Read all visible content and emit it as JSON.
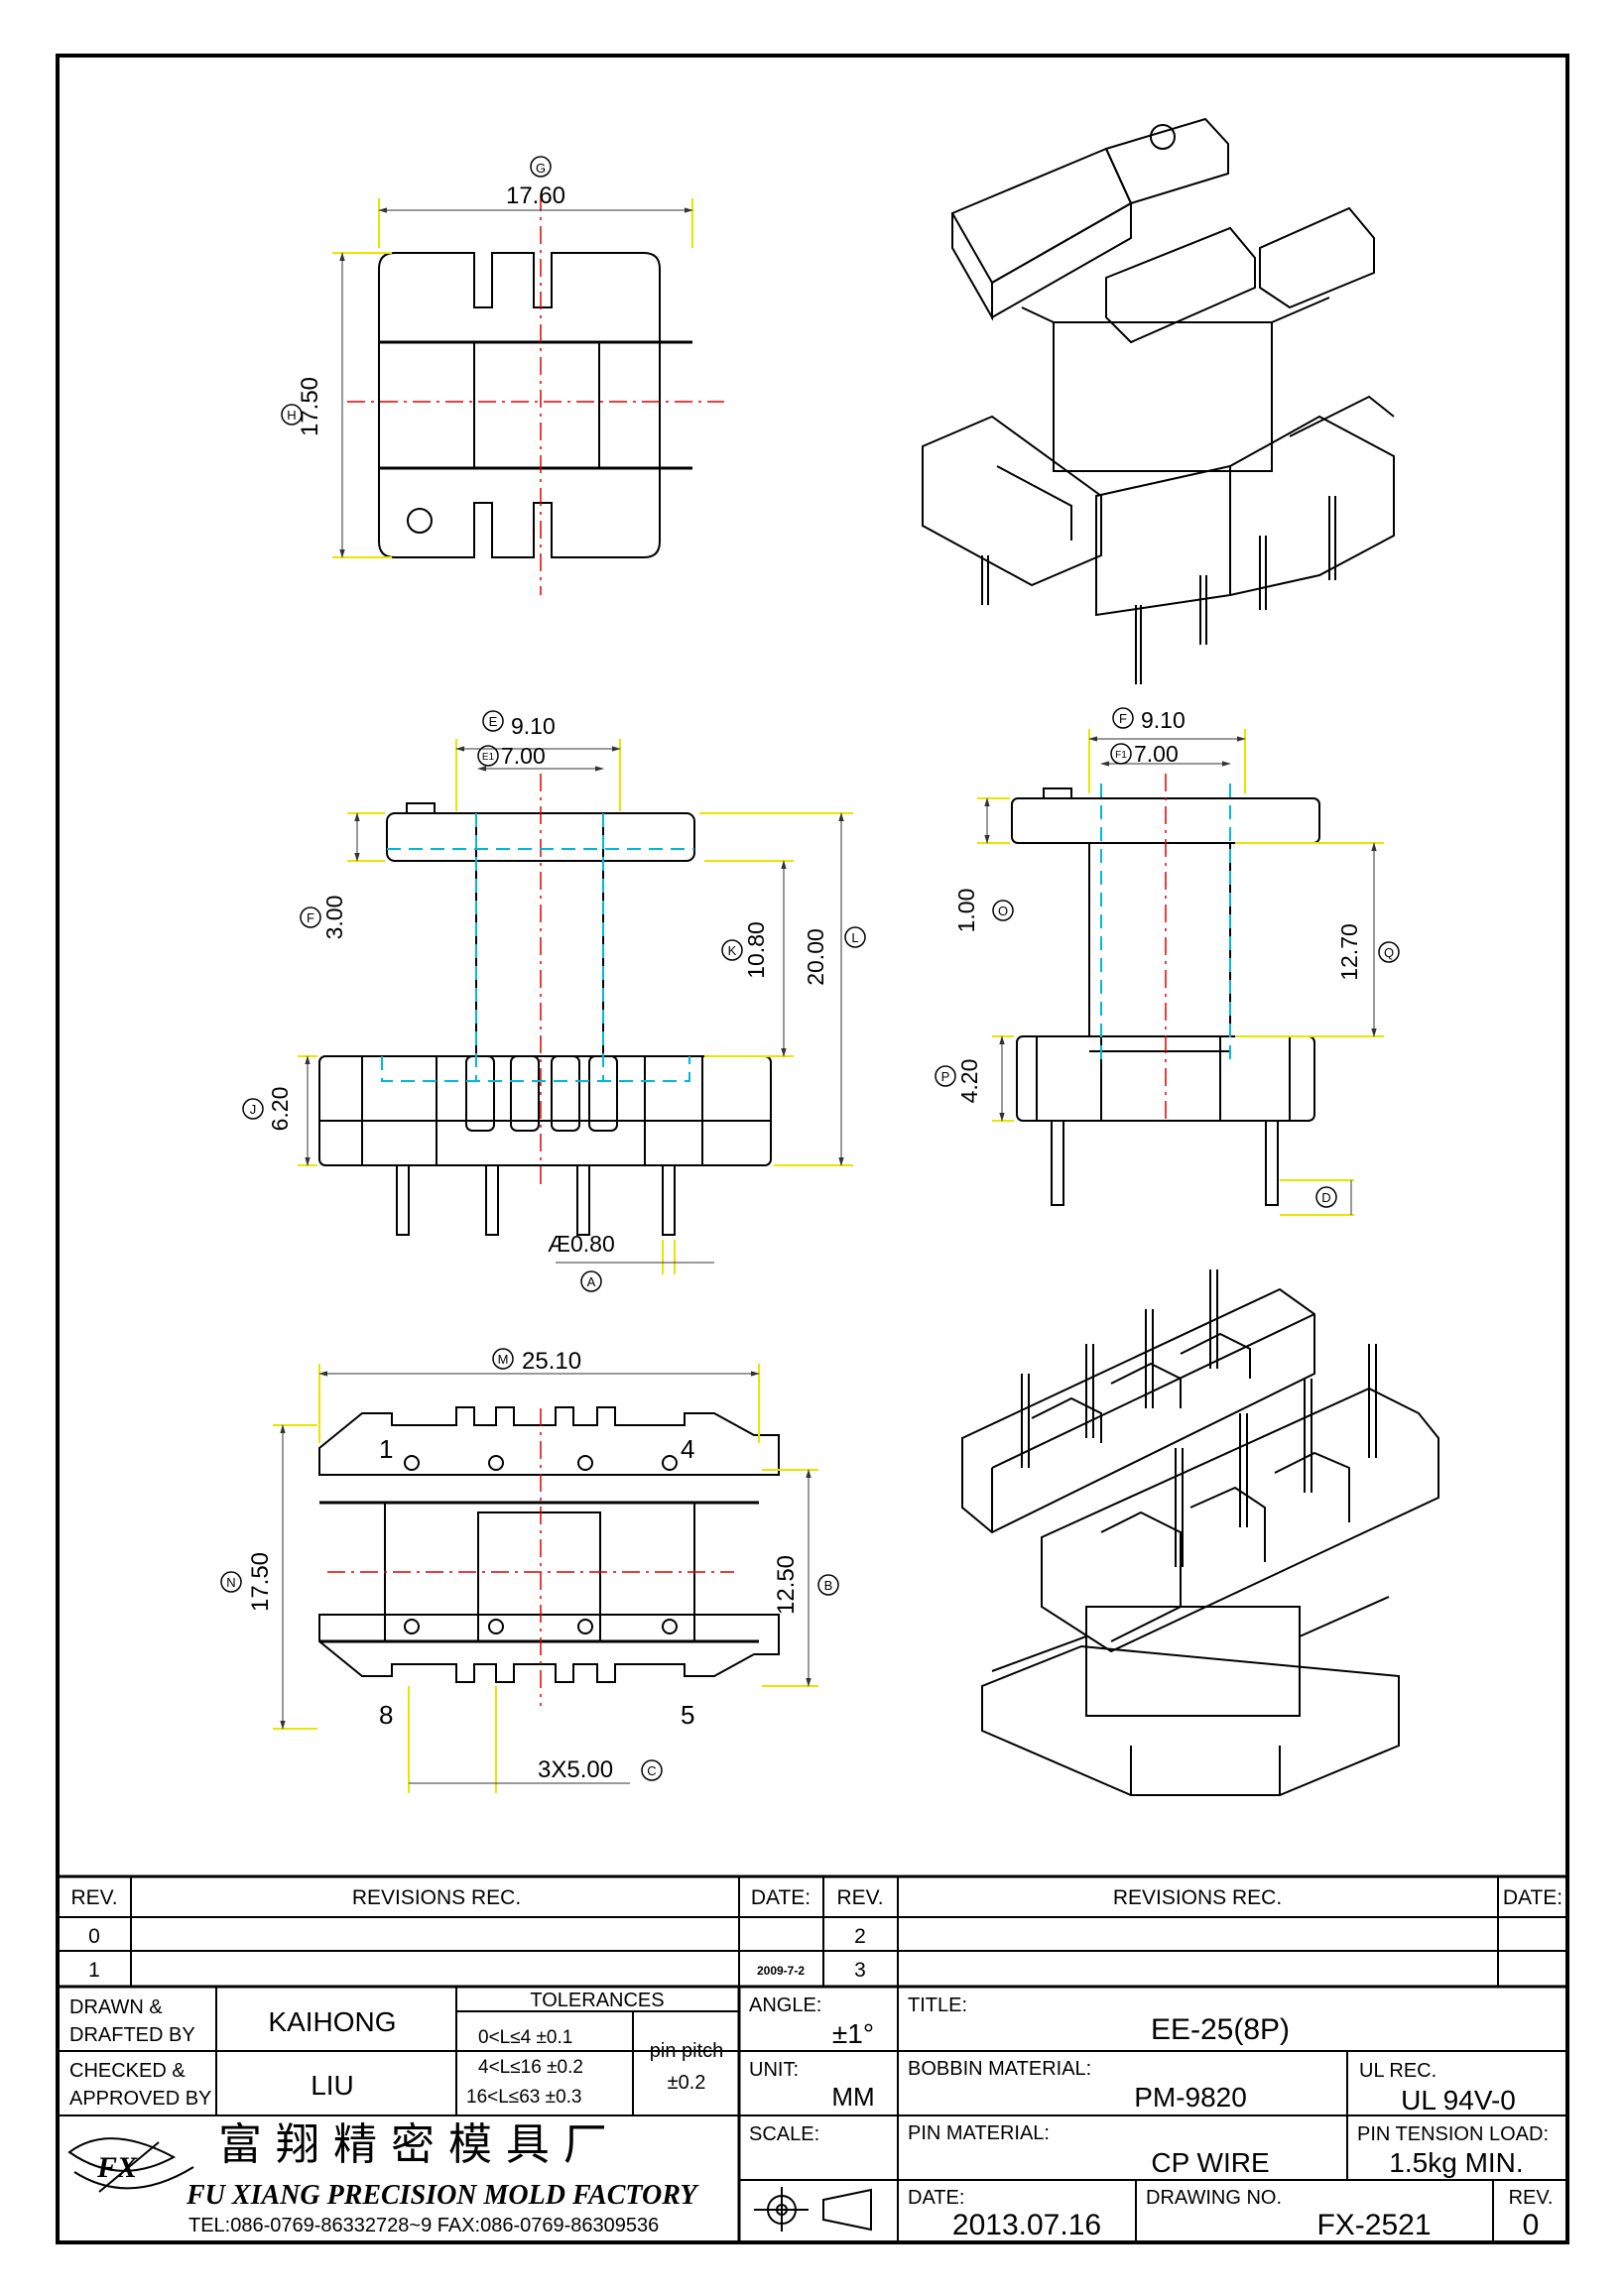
{
  "drawing": {
    "top_view": {
      "dim_g_letter": "G",
      "dim_g_value": "17.60",
      "dim_h_letter": "H",
      "dim_h_value": "17.50"
    },
    "front_view": {
      "dim_e_letter": "E",
      "dim_e_value": "9.10",
      "dim_e1_letter": "E1",
      "dim_e1_value": "7.00",
      "dim_f_letter": "F",
      "dim_f_value": "3.00",
      "dim_k_letter": "K",
      "dim_k_value": "10.80",
      "dim_l_letter": "L",
      "dim_l_value": "20.00",
      "dim_j_letter": "J",
      "dim_j_value": "6.20",
      "dim_a_letter": "A",
      "dim_a_value": "Æ0.80"
    },
    "side_view": {
      "dim_f_letter": "F",
      "dim_f_value": "9.10",
      "dim_f1_letter": "F1",
      "dim_f1_value": "7.00",
      "dim_o_letter": "O",
      "dim_o_value": "1.00",
      "dim_q_letter": "Q",
      "dim_q_value": "12.70",
      "dim_p_letter": "P",
      "dim_p_value": "4.20",
      "dim_d_letter": "D"
    },
    "bottom_view": {
      "dim_m_letter": "M",
      "dim_m_value": "25.10",
      "dim_n_letter": "N",
      "dim_n_value": "17.50",
      "dim_b_letter": "B",
      "dim_b_value": "12.50",
      "dim_c_letter": "C",
      "dim_c_value": "3X5.00",
      "pin_1": "1",
      "pin_4": "4",
      "pin_5": "5",
      "pin_8": "8"
    }
  },
  "title_block": {
    "rev_header": "REV.",
    "revisions_header": "REVISIONS   REC.",
    "date_header": "DATE:",
    "rev_rows_left": [
      "0",
      "1"
    ],
    "rev_rows_right": [
      "2",
      "3"
    ],
    "left_row2_date": "2009-7-2",
    "drawn_label_1": "DRAWN &",
    "drawn_label_2": "DRAFTED BY",
    "drawn_value": "KAIHONG",
    "checked_label_1": "CHECKED &",
    "checked_label_2": "APPROVED BY",
    "checked_value": "LIU",
    "tolerances_label": "TOLERANCES",
    "tolerance_rows": [
      "0<L≤4    ±0.1",
      "4<L≤16  ±0.2",
      "16<L≤63  ±0.3"
    ],
    "pin_pitch_label": "pin pitch",
    "pin_pitch_value": "±0.2",
    "angle_label": "ANGLE:",
    "angle_value": "±1°",
    "unit_label": "UNIT:",
    "unit_value": "MM",
    "scale_label": "SCALE:",
    "title_label": "TITLE:",
    "title_value": "EE-25(8P)",
    "bobbin_label": "BOBBIN MATERIAL:",
    "bobbin_value": "PM-9820",
    "ul_label": "UL REC.",
    "ul_value": "UL 94V-0",
    "pin_material_label": "PIN MATERIAL:",
    "pin_material_value": "CP WIRE",
    "pin_tension_label": "PIN TENSION LOAD:",
    "pin_tension_value": "1.5kg MIN.",
    "date_label": "DATE:",
    "date_value": "2013.07.16",
    "drawing_no_label": "DRAWING NO.",
    "drawing_no_value": "FX-2521",
    "rev_label": "REV.",
    "rev_value": "0",
    "company_cn": "富 翔 精 密 模 具 厂",
    "company_en": "FU XIANG PRECISION MOLD FACTORY",
    "contact": "TEL:086-0769-86332728~9   FAX:086-0769-86309536",
    "logo_text": "FX"
  },
  "colors": {
    "line": "#000000",
    "dimension": "#e6e600",
    "centerline": "#e00000",
    "hidden": "#00b8d8"
  }
}
